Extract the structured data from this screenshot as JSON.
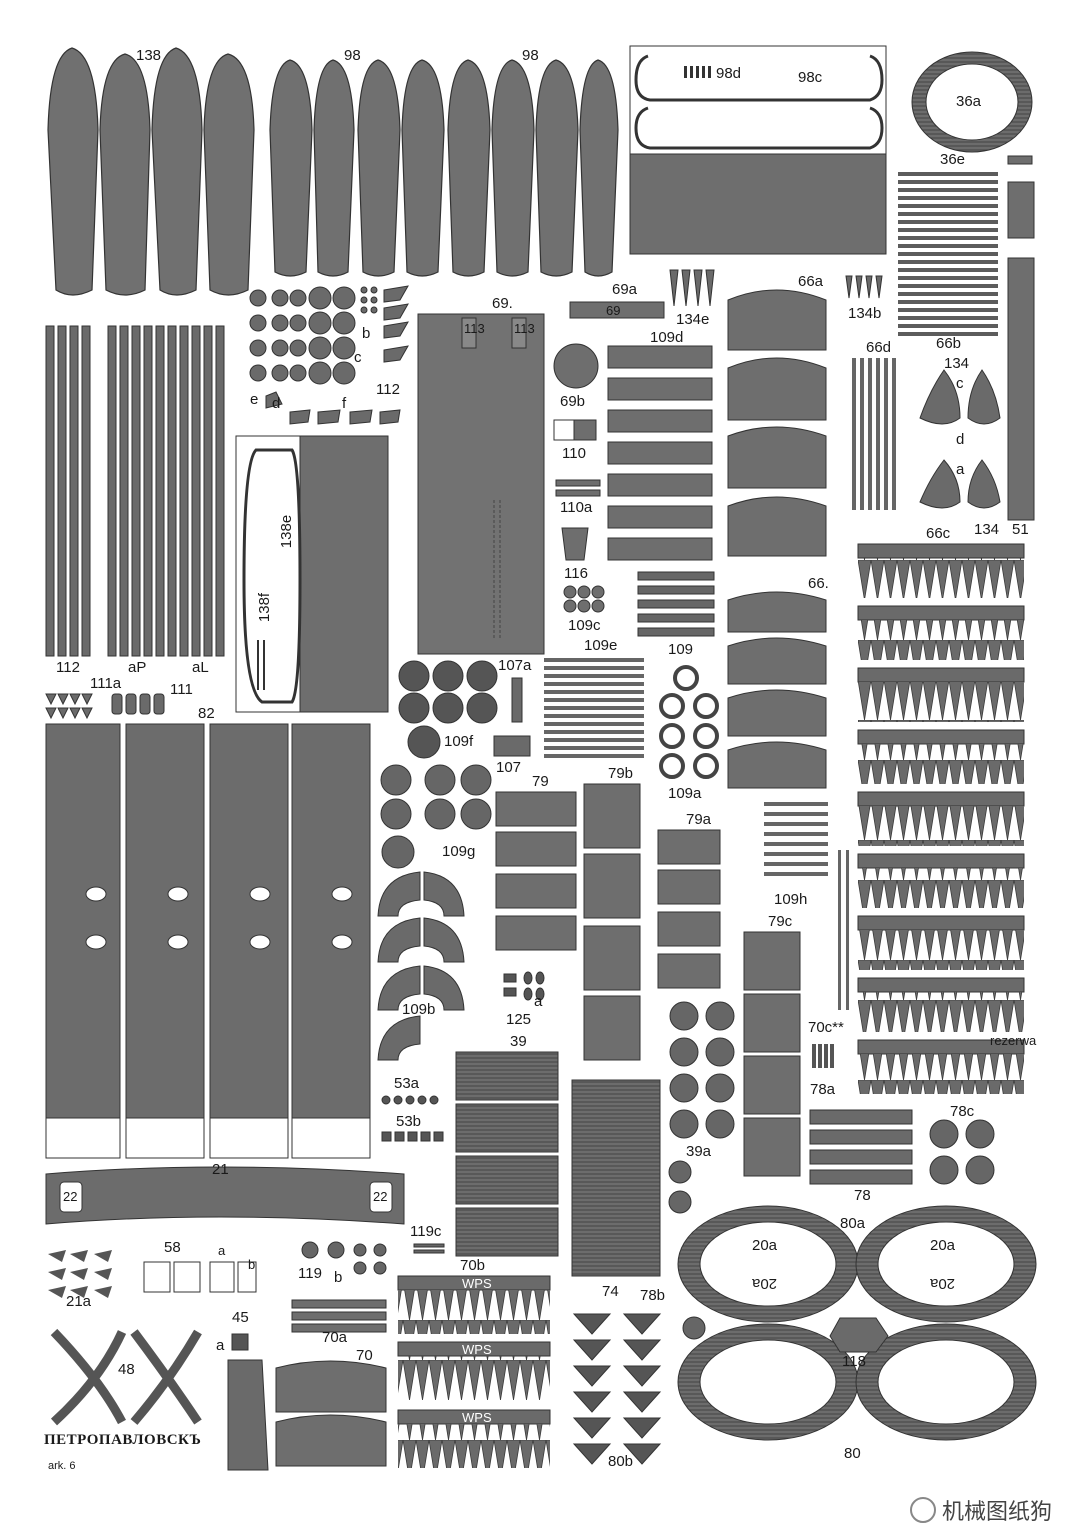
{
  "sheet": {
    "title": "ПЕТРОПАВЛОВСКЪ",
    "subtitle": "ark. 6",
    "watermark": "机械图纸狗",
    "fill_color": "#707070",
    "stroke_color": "#333333"
  },
  "labels": {
    "p138": "138",
    "p98_1": "98",
    "p98_2": "98",
    "p98d": "98d",
    "p98c": "98c",
    "p36a": "36a",
    "p36e": "36e",
    "p69": "69.",
    "p113a": "113",
    "p113b": "113",
    "p69a": "69a",
    "p69a_strip": "69",
    "p134e": "134e",
    "p66a": "66a",
    "p134b": "134b",
    "p109d": "109d",
    "p66d": "66d",
    "p66b": "66b",
    "p134": "134",
    "p134c": "c",
    "p134d": "d",
    "p134a": "a",
    "p66c": "66c",
    "p134_2": "134",
    "p51": "51",
    "p69b": "69b",
    "p110": "110",
    "p110a": "110a",
    "p116": "116",
    "p109c": "109c",
    "p109e": "109e",
    "p109": "109",
    "p66": "66.",
    "p112b": "b",
    "p112c": "c",
    "p112": "112",
    "p112e": "e",
    "p112d": "d",
    "p112f": "f",
    "p138e": "138e",
    "p138f": "138f",
    "p112_2": "112",
    "paP": "aP",
    "paL": "aL",
    "p111a": "111a",
    "p111": "111",
    "p82": "82",
    "p107a": "107a",
    "p109f": "109f",
    "p107": "107",
    "p79": "79",
    "p79b": "79b",
    "p109a": "109a",
    "pb": "b",
    "p79a": "79a",
    "p109h": "109h",
    "p79c": "79c",
    "p109g": "109g",
    "p109b": "109b",
    "p125a": "a",
    "p125": "125",
    "p70c": "70c**",
    "p78a": "78a",
    "p39": "39",
    "p53a": "53a",
    "p53b": "53b",
    "p21": "21",
    "p22a": "22",
    "p22b": "22",
    "p78c": "78c",
    "p78": "78",
    "p39a": "39a",
    "p80a": "80a",
    "p20a_1": "20a",
    "p20a_2": "20a",
    "p20a_3": "20a",
    "p20a_4": "20a",
    "p119c": "119c",
    "p58": "58",
    "p58a": "a",
    "p58b": "b",
    "p21a": "21a",
    "p119": "119",
    "p119b": "b",
    "p70b": "70b",
    "p74": "74",
    "p78b": "78b",
    "p118": "118",
    "p45": "45",
    "p45a": "a",
    "p48": "48",
    "p70a": "70a",
    "p70": "70",
    "p80b": "80b",
    "p80": "80",
    "wps1": "WPS",
    "wps2": "WPS",
    "wps3": "WPS",
    "rezerwa": "rezerwa"
  }
}
